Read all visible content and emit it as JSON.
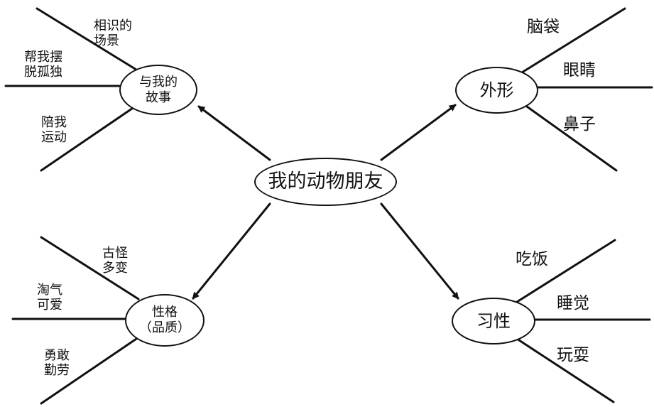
{
  "center": {
    "label": "我的动物朋友"
  },
  "topics": {
    "story": {
      "label": "与我的\n故事",
      "branches": [
        "相识的\n场景",
        "帮我摆\n脱孤独",
        "陪我\n运动"
      ]
    },
    "appearance": {
      "label": "外形",
      "branches": [
        "脑袋",
        "眼睛",
        "鼻子"
      ]
    },
    "personality": {
      "label": "性格\n（品质）",
      "branches": [
        "古怪\n多变",
        "淘气\n可爱",
        "勇敢\n勤劳"
      ]
    },
    "habits": {
      "label": "习性",
      "branches": [
        "吃饭",
        "睡觉",
        "玩耍"
      ]
    }
  }
}
